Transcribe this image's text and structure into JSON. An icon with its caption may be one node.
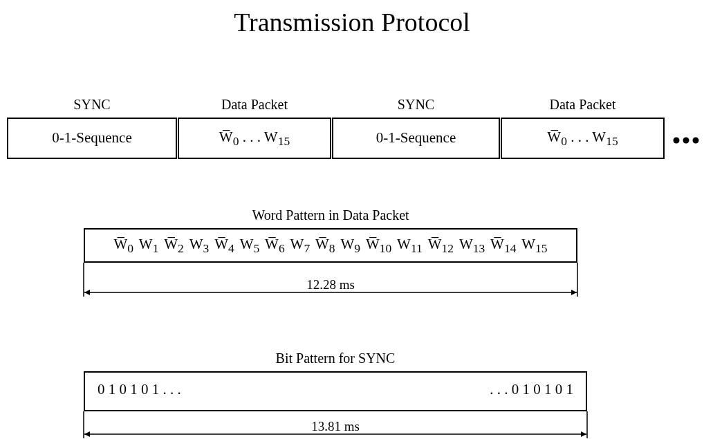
{
  "diagram": {
    "title": "Transmission Protocol",
    "nodes": [
      {
        "text": [
          "SYNC",
          "0-1-Sequence"
        ]
      },
      {
        "text": [
          "Data Packet",
          "W̅$_{0}$ . . . W$_{15}$"
        ]
      },
      {
        "text": [
          "SYNC",
          "0-1-Sequence"
        ]
      },
      {
        "text": [
          "Data Packet",
          "W̅$_{0}$ . . . W$_{15}$"
        ]
      },
      {
        "text": [
          "Word Pattern in Data Packet",
          "W̅$_{0}$  W$_{1}$  W̅$_{2}$ W$_{3}$ W̅$_{4}$ W$_{5}$ W̅$_{6}$ W$_{7}$ W̅$_{8}$ W$_{9}$ W̅$_{10}$ W$_{11}$ W̅$_{12}$ W$_{13}$ W̅$_{14}$ W$_{15}$"
        ]
      },
      {
        "text": [
          "Bit Pattern for SYNC",
          "0 1 0 1 0 1 . . .",
          ". . . 0 1 0 1 0 1"
        ]
      }
    ],
    "edges": [],
    "labels": [
      "12.28 ms",
      "13.81 ms"
    ]
  }
}
